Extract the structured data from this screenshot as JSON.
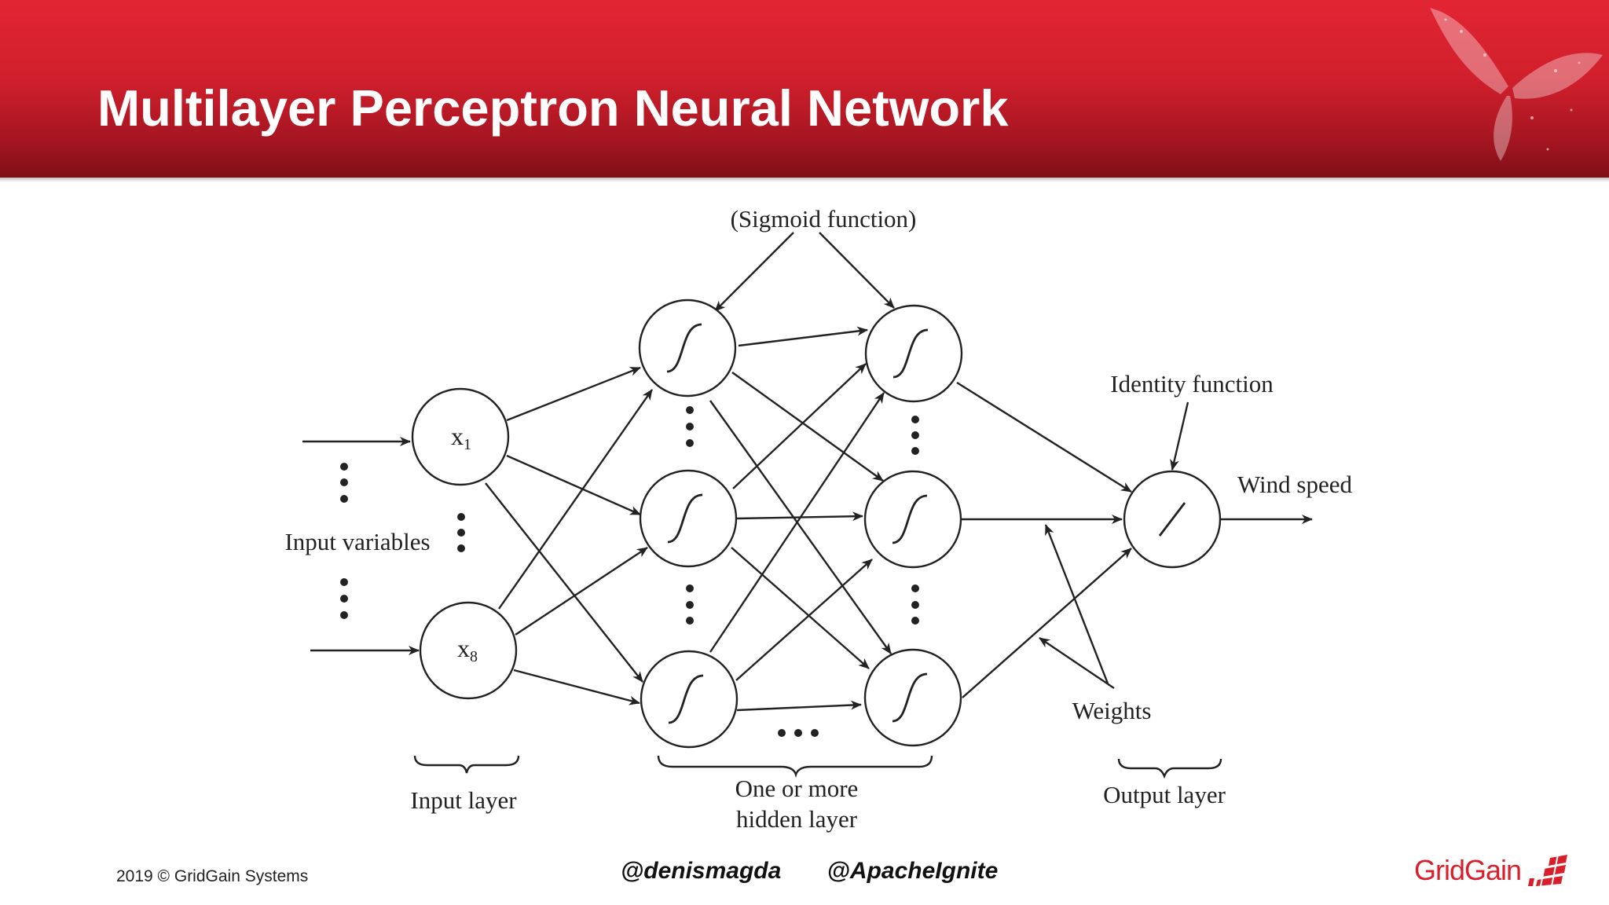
{
  "slide": {
    "title": "Multilayer Perceptron Neural Network",
    "header_color": "#d01f2c"
  },
  "diagram": {
    "labels": {
      "sigmoid": "(Sigmoid function)",
      "identity": "Identity function",
      "wind_speed": "Wind speed",
      "input_variables": "Input variables",
      "weights": "Weights",
      "input_layer": "Input layer",
      "hidden_layer_1": "One or more",
      "hidden_layer_2": "hidden layer",
      "output_layer": "Output layer"
    },
    "input_nodes": [
      {
        "base": "x",
        "sub": "1"
      },
      {
        "base": "x",
        "sub": "8"
      }
    ],
    "hidden_node_icon": "sigmoid-curve-icon",
    "output_node_icon": "identity-slash-icon"
  },
  "footer": {
    "copyright": "2019 © GridGain Systems",
    "handle_1": "@denismagda",
    "handle_2": "@ApacheIgnite",
    "logo_text": "GridGain",
    "logo_color": "#d8202d"
  }
}
